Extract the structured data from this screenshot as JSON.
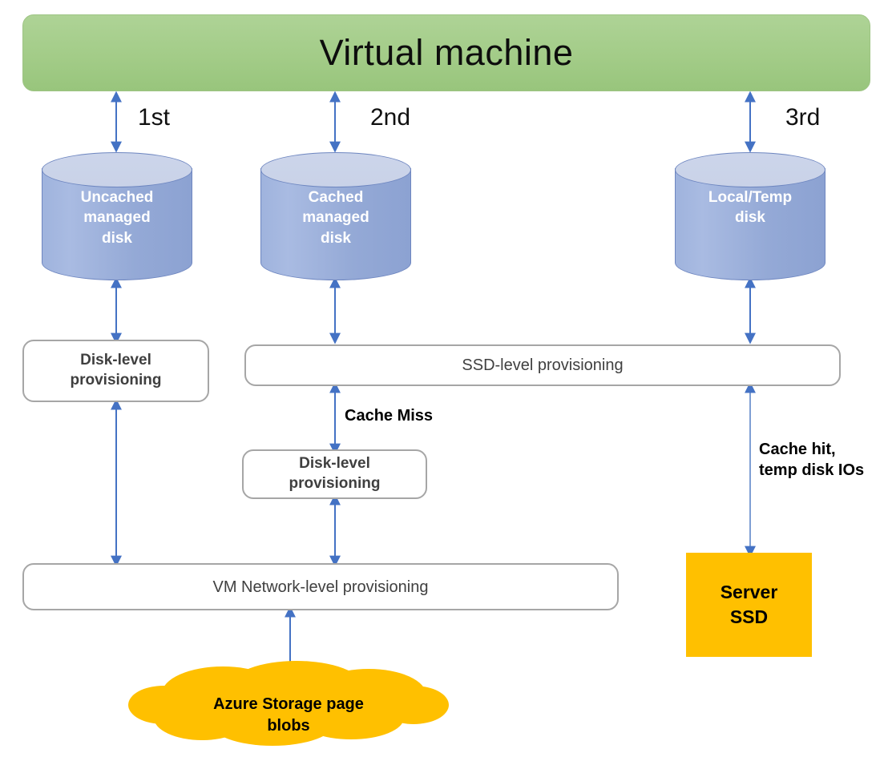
{
  "diagram": {
    "title": "Virtual machine",
    "accent_colors": {
      "vm_green": "#a3cc88",
      "disk_blue": "#94a9d6",
      "gold": "#ffc000",
      "arrow_blue": "#4472c4",
      "box_border_gray": "#a6a6a6"
    },
    "header": {
      "label": "Virtual machine"
    },
    "ordinals": [
      {
        "name": "first",
        "label": "1st"
      },
      {
        "name": "second",
        "label": "2nd"
      },
      {
        "name": "third",
        "label": "3rd"
      }
    ],
    "disks": [
      {
        "name": "uncached-managed-disk",
        "label": "Uncached\nmanaged\ndisk"
      },
      {
        "name": "cached-managed-disk",
        "label": "Cached\nmanaged\ndisk"
      },
      {
        "name": "local-temp-disk",
        "label": "Local/Temp\ndisk"
      }
    ],
    "boxes": {
      "disk_level_left": "Disk-level\nprovisioning",
      "ssd_level": "SSD-level provisioning",
      "disk_level_middle": "Disk-level\nprovisioning",
      "vm_network_level": "VM Network-level provisioning",
      "server_ssd": "Server\nSSD"
    },
    "cloud": {
      "label": "Azure Storage page\nblobs"
    },
    "edge_labels": {
      "cache_miss": "Cache Miss",
      "cache_hit": "Cache hit,\ntemp disk IOs"
    }
  }
}
